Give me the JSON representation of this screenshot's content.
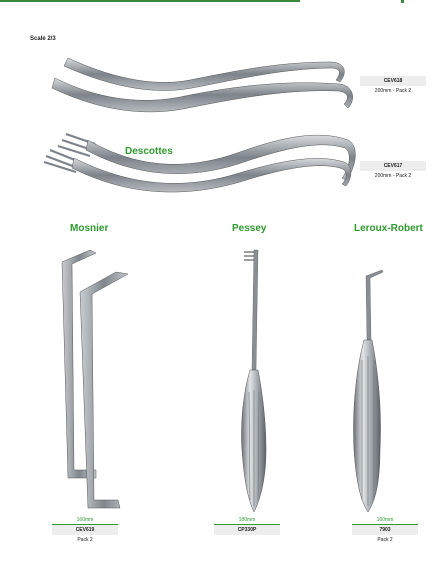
{
  "page": {
    "scale_label": "Scale 2/3"
  },
  "products": [
    {
      "heading": "",
      "code": "CEV618",
      "description": "200mm - Pack 2",
      "size": ""
    },
    {
      "heading": "Descottes",
      "code": "CEV617",
      "description": "200mm - Pack 2",
      "size": ""
    },
    {
      "heading": "Mosnier",
      "code": "CEV619",
      "description": "Pack 2",
      "size": "160mm"
    },
    {
      "heading": "Pessey",
      "code": "CP330P",
      "description": "",
      "size": "180mm"
    },
    {
      "heading": "Leroux-Robert",
      "code": "7903",
      "description": "Pack 2",
      "size": "160mm"
    }
  ],
  "colors": {
    "accent": "#2e9a2e",
    "steel": "#8a8f95"
  }
}
